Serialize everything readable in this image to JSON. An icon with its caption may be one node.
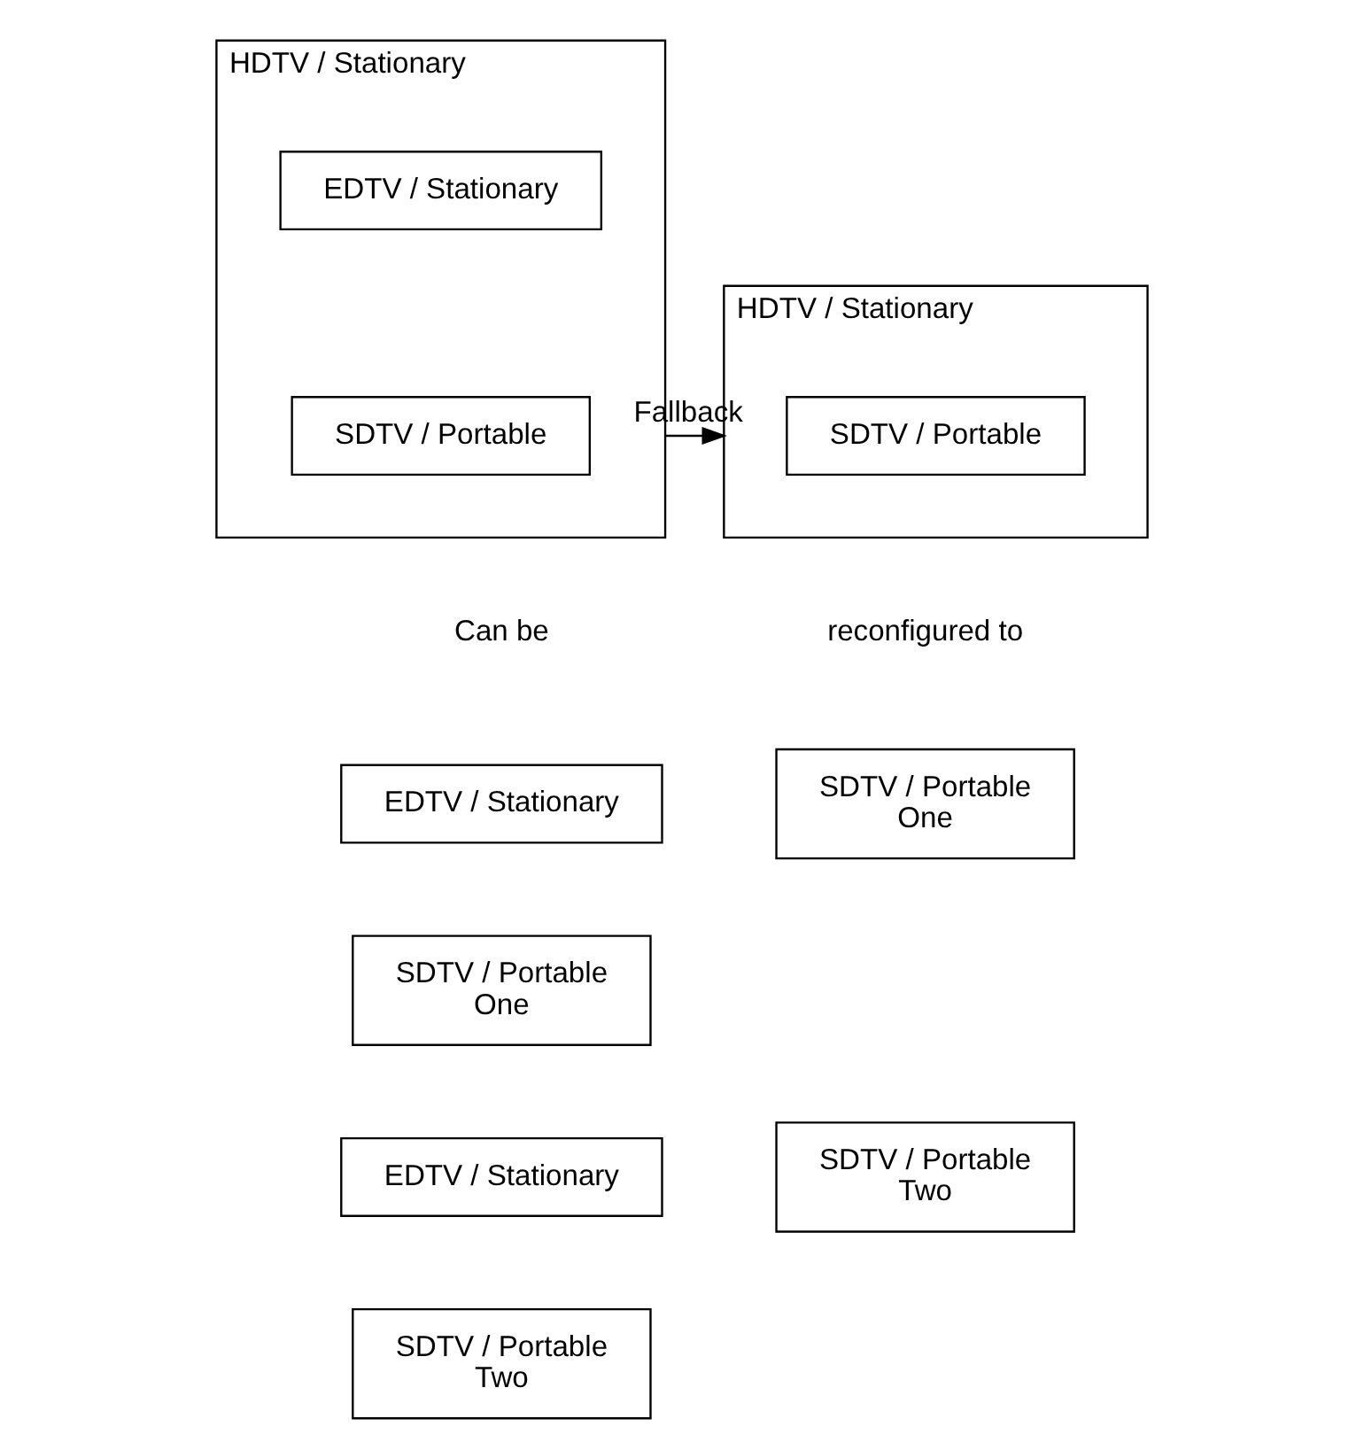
{
  "diagram": {
    "nodes": [
      {
        "text": [
          "HDTV / Stationary"
        ]
      },
      {
        "text": [
          "EDTV / Stationary"
        ],
        "in": 0
      },
      {
        "text": [
          "SDTV / Portable"
        ],
        "in": 0
      },
      {
        "text": [
          "HDTV / Stationary"
        ]
      },
      {
        "text": [
          "SDTV / Portable"
        ],
        "in": 3
      },
      {
        "text": [
          "EDTV / Stationary"
        ]
      },
      {
        "text": [
          "SDTV / Portable",
          "One"
        ]
      },
      {
        "text": [
          "EDTV / Stationary"
        ]
      },
      {
        "text": [
          "SDTV / Portable",
          "Two"
        ]
      },
      {
        "text": [
          "SDTV / Portable",
          "One"
        ]
      },
      {
        "text": [
          "SDTV / Portable",
          "Two"
        ]
      }
    ],
    "edges": [
      {
        "from": 0,
        "to": 3,
        "arrow": "to",
        "label": "Fallback"
      }
    ],
    "labels": [
      "Can be",
      "reconfigured to"
    ]
  }
}
